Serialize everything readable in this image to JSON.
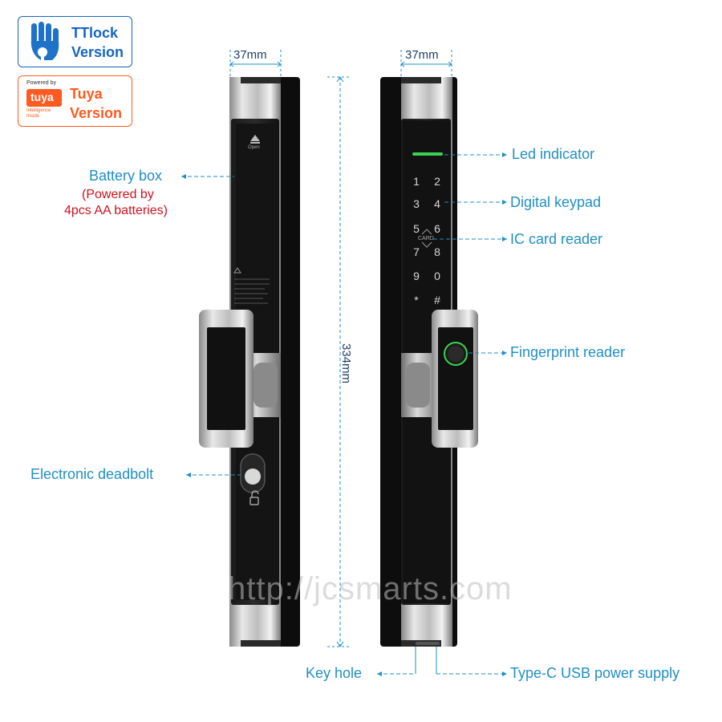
{
  "badges": {
    "ttlock": {
      "line1": "TTlock",
      "line2": "Version",
      "color": "#1565c0"
    },
    "tuya": {
      "powered_by": "Powered by",
      "brand": "tuya",
      "sub1": "Intelligence",
      "sub2": "Inside",
      "line1": "Tuya",
      "line2": "Version",
      "color": "#ff5a1f"
    }
  },
  "dimensions": {
    "width_left": "37mm",
    "width_right": "37mm",
    "height": "334mm"
  },
  "labels": {
    "battery_box": "Battery box",
    "battery_note_1": "(Powered by",
    "battery_note_2": "4pcs AA batteries)",
    "electronic_deadbolt": "Electronic deadbolt",
    "led_indicator": "Led indicator",
    "digital_keypad": "Digital keypad",
    "ic_card_reader": "IC card reader",
    "fingerprint_reader": "Fingerprint reader",
    "key_hole": "Key hole",
    "usb_power": "Type-C USB power supply"
  },
  "lock": {
    "open_label": "Open",
    "keys": [
      "1",
      "2",
      "3",
      "4",
      "5",
      "6",
      "7",
      "8",
      "9",
      "0",
      "*",
      "#"
    ],
    "card_label": "CARD",
    "led_color": "#39d353"
  },
  "watermark": "http://jcsmarts.com",
  "colors": {
    "label": "#1f8fc4",
    "note": "#d0101e",
    "dimension": "#1f3f66"
  }
}
